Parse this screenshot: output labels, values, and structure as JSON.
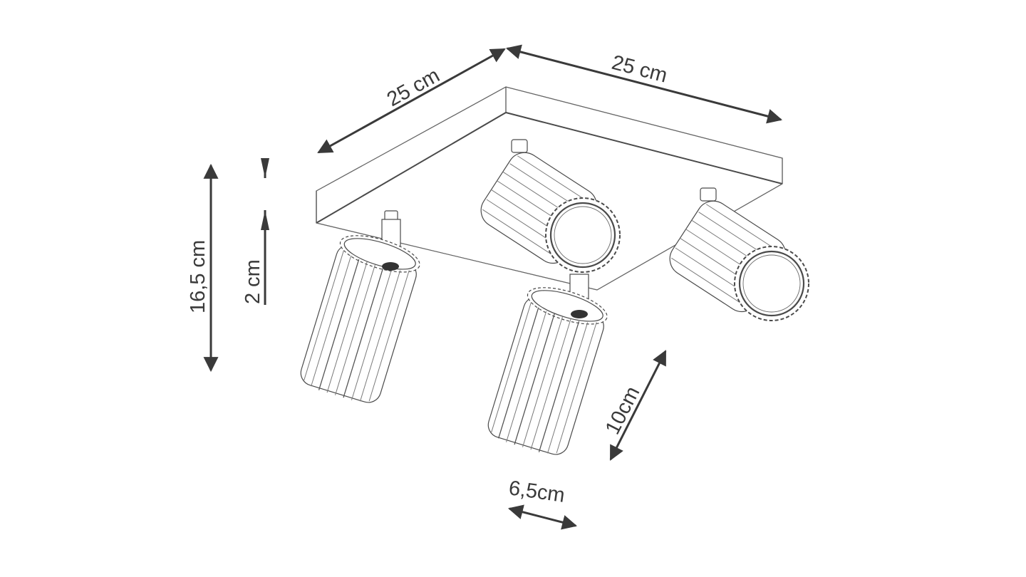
{
  "diagram": {
    "title": "Ceiling spotlight with 4 ribbed cylindrical heads on a square base - dimension drawing",
    "colors": {
      "background": "#ffffff",
      "line": "#3a3a3a",
      "outline": "#4a4a4a"
    },
    "dimensions": {
      "base_width_left": "25 cm",
      "base_width_right": "25 cm",
      "total_height": "16,5 cm",
      "base_height": "2 cm",
      "shade_length": "10cm",
      "shade_diameter": "6,5cm"
    },
    "components": [
      {
        "name": "square-base",
        "label": "Square ceiling base"
      },
      {
        "name": "spot-back-left",
        "label": "Ribbed spotlight (tilted)"
      },
      {
        "name": "spot-back-right",
        "label": "Ribbed spotlight (tilted)"
      },
      {
        "name": "spot-front-left",
        "label": "Ribbed spotlight (pointing down)"
      },
      {
        "name": "spot-front-center",
        "label": "Ribbed spotlight (pointing down)"
      }
    ]
  }
}
